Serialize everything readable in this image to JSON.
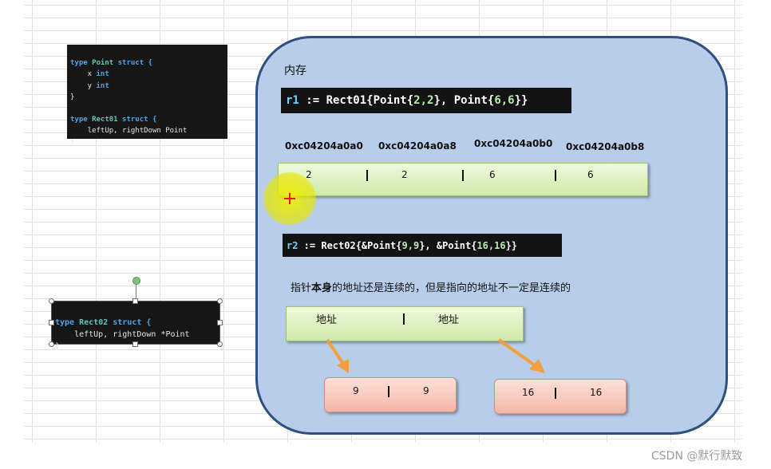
{
  "code_block_1": {
    "lines": [
      {
        "kw": "type ",
        "ty": "Point",
        "rest": " struct {"
      },
      {
        "plain": "    x ",
        "kw2": "int"
      },
      {
        "plain": "    y ",
        "kw2": "int"
      },
      {
        "plain": "}"
      },
      {
        "plain": ""
      },
      {
        "kw": "type ",
        "ty": "Rect01",
        "rest": " struct {"
      },
      {
        "plain": "    leftUp, rightDown Point"
      },
      {
        "plain": "}"
      }
    ]
  },
  "code_block_2": {
    "line1_kw": "type ",
    "line1_ty": "Rect02",
    "line1_rest": " struct {",
    "line2": "    leftUp, rightDown *Point",
    "line3": "}"
  },
  "memory": {
    "title": "内存",
    "r1_code": {
      "name": "r1",
      "op": " := Rect01{Point{",
      "a": "2,2",
      "mid": "}, Point{",
      "b": "6,6",
      "end": "}}"
    },
    "addresses": [
      "0xc04204a0a0",
      "0xc04204a0a8",
      "0xc04204a0b0",
      "0xc04204a0b8"
    ],
    "r1_values": [
      "2",
      "2",
      "6",
      "6"
    ],
    "r2_code": {
      "name": "r2",
      "op": " := Rect02{&Point{",
      "a": "9,9",
      "mid": "}, &Point{",
      "b": "16,16",
      "end": "}}"
    },
    "note_pre": "指针",
    "note_bold": "本身",
    "note_post": "的地址还是连续的，但是指向的地址不一定是连续的",
    "pointer_cells": [
      "地址",
      "地址"
    ],
    "point_a": [
      "9",
      "9"
    ],
    "point_b": [
      "16",
      "16"
    ],
    "separator": "|"
  },
  "watermark": "CSDN @默行默致",
  "colors": {
    "panel_bg": "#b7cde9",
    "panel_border": "#2f4f80",
    "green_cell": "#dff1c2",
    "pink_cell": "#f8c8bc",
    "arrow": "#f0a040"
  }
}
